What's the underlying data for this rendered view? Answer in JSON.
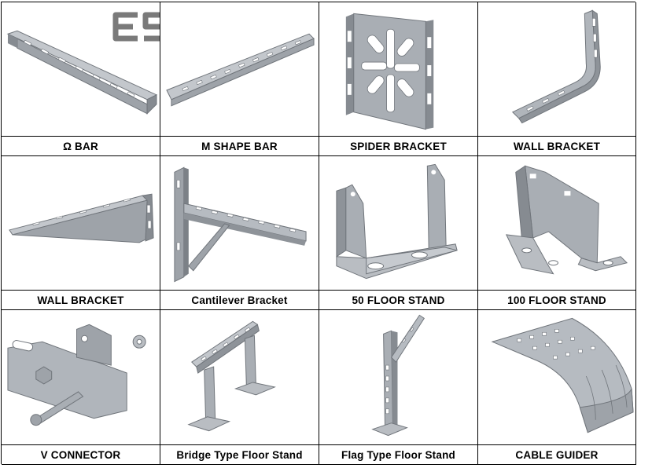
{
  "brand": {
    "name": "ESCO",
    "logo_color": "#7a7a7a"
  },
  "colors": {
    "metal_light": "#b9bdc2",
    "metal_mid": "#9ea3a9",
    "metal_dark": "#7c8187",
    "hole": "#ffffff"
  },
  "products": [
    {
      "label": "Ω BAR",
      "icon": "omega-bar-icon"
    },
    {
      "label": "M SHAPE BAR",
      "icon": "m-shape-bar-icon"
    },
    {
      "label": "SPIDER BRACKET",
      "icon": "spider-bracket-icon"
    },
    {
      "label": "WALL BRACKET",
      "icon": "wall-bracket-l-icon"
    },
    {
      "label": "WALL BRACKET",
      "icon": "wall-bracket-wedge-icon"
    },
    {
      "label": "Cantilever Bracket",
      "icon": "cantilever-bracket-icon"
    },
    {
      "label": "50 FLOOR STAND",
      "icon": "floor-stand-50-icon"
    },
    {
      "label": "100 FLOOR STAND",
      "icon": "floor-stand-100-icon"
    },
    {
      "label": "V CONNECTOR",
      "icon": "v-connector-icon"
    },
    {
      "label": "Bridge Type Floor Stand",
      "icon": "bridge-floor-stand-icon"
    },
    {
      "label": "Flag Type Floor Stand",
      "icon": "flag-floor-stand-icon"
    },
    {
      "label": "CABLE GUIDER",
      "icon": "cable-guider-icon"
    }
  ]
}
